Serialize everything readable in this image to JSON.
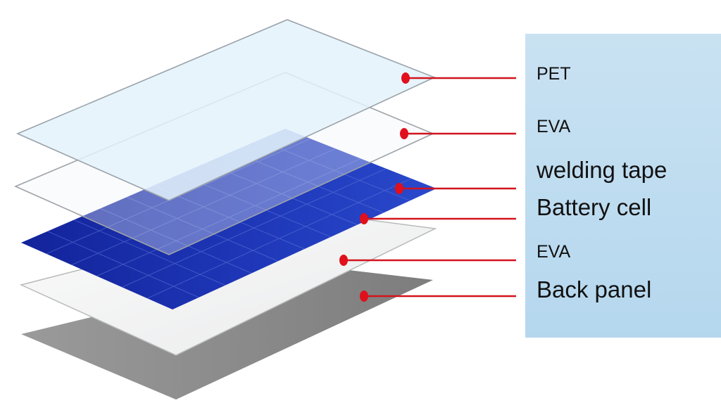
{
  "colors": {
    "leader_line": "#d2141e",
    "leader_dot": "#e0101c",
    "pet_fill": "#e6f3fa",
    "eva_fill": "#f4f5f6",
    "cell_fill": "#1b2fb0",
    "back_panel_fill": "#8d8d8d",
    "label_panel_bg": "#c3dff1"
  },
  "layers": [
    {
      "id": "pet",
      "label": "PET"
    },
    {
      "id": "eva-top",
      "label": "EVA"
    },
    {
      "id": "welding-tape",
      "label": "welding tape"
    },
    {
      "id": "battery-cell",
      "label": "Battery cell"
    },
    {
      "id": "eva-bottom",
      "label": "EVA"
    },
    {
      "id": "back-panel",
      "label": "Back panel"
    }
  ]
}
